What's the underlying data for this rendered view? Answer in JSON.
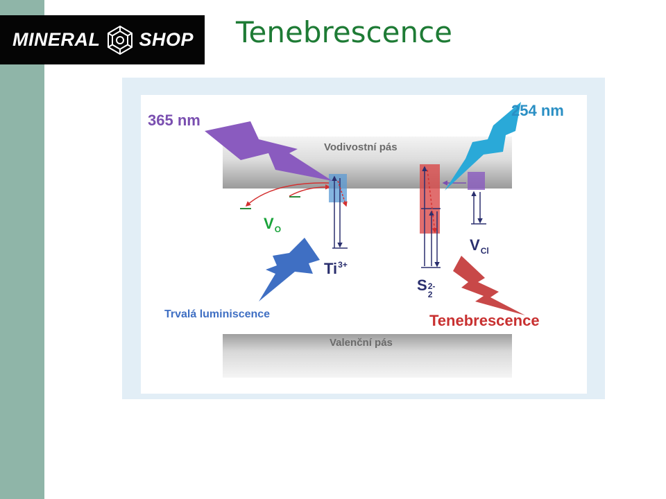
{
  "header": {
    "logo_text_left": "MINERAL",
    "logo_text_right": "SHOP",
    "title": "Tenebrescence"
  },
  "colors": {
    "sidebar": "#8fb5a8",
    "title": "#1e7b35",
    "purple": "#8a5bbf",
    "cyan": "#2aa9d8",
    "blue": "#3f6fc3",
    "red": "#c84848",
    "green": "#19a33a"
  },
  "diagram": {
    "wavelength_left": "365 nm",
    "wavelength_right": "254 nm",
    "conduction_band": "Vodivostní pás",
    "valence_band": "Valenční pás",
    "vo_main": "V",
    "vo_sub": "O",
    "ti_main": "Ti",
    "ti_sup": "3+",
    "vcl_main": "V",
    "vcl_sub": "Cl",
    "s_main": "S",
    "s_sup": "2-",
    "s_sub": "2",
    "persistent_luminescence": "Trvalá luminiscence",
    "tenebrescence_label": "Tenebrescence"
  }
}
